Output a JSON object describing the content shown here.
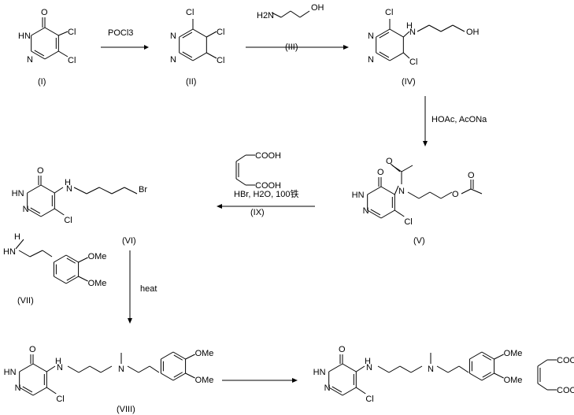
{
  "compounds": {
    "I": "(I)",
    "II": "(II)",
    "III": "(III)",
    "IV": "(IV)",
    "V": "(V)",
    "VI": "(VI)",
    "VII": "(VII)",
    "VIII": "(VIII)",
    "IX": "(IX)"
  },
  "conditions": {
    "step1": "POCl3",
    "step3": "HOAc, AcONa",
    "step4": "HBr, H2O, 100铁",
    "step5": "heat"
  },
  "atoms": {
    "O": "O",
    "Cl": "Cl",
    "HN": "HN",
    "N": "N",
    "H2N": "H2N",
    "OH": "OH",
    "Br": "Br",
    "OMe": "OMe",
    "COOH": "COOH",
    "NH": "N",
    "H": "H"
  },
  "colors": {
    "line": "#000000"
  }
}
